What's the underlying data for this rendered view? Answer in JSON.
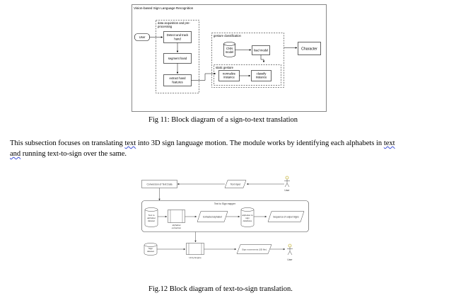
{
  "figure11": {
    "outer_title": "Vision-based Sign Language Recognition",
    "user_label": "User",
    "group1_title": [
      "data acquisition and pre-",
      "processing"
    ],
    "detect_label": [
      "Detect and track",
      "hand"
    ],
    "segment_label": "segment hand",
    "extract_label": [
      "extract hand",
      "features"
    ],
    "gesture_class_title": "gesture classification",
    "cnn_label": [
      "CNN",
      "model"
    ],
    "load_model_label": "load model",
    "static_gesture_title": "static gesture",
    "normalize_label": [
      "normalize",
      "instance"
    ],
    "classify_label": [
      "classify",
      "instance"
    ],
    "character_label": "Character",
    "caption": "Fig 11: Block diagram of a sign-to-text translation"
  },
  "paragraph": {
    "line1": [
      "This subsection focuses on translating ",
      "text",
      "  into 3D sign language motion. The module works by identifying each alphabets in ",
      "text",
      ""
    ],
    "line2": [
      "and",
      " running text-to-sign over the same."
    ]
  },
  "figure12": {
    "conversion_label": "Conversion of Text Data",
    "text_input_label": "Text input",
    "user_label_top": "User",
    "mapper_title": "Text to Sign mapper",
    "db_label": [
      "Text to",
      "alphabet",
      "dataset"
    ],
    "alpha_extraction_label": [
      "alphabet",
      "extraction"
    ],
    "extracted_alpha_label": "Extracted alphabet",
    "alpha_to_sign_label": [
      "alphabet to",
      "sign",
      "database"
    ],
    "sequence_label": "Sequence of output Signs",
    "sign_dataset_label": [
      "Sign",
      "dataset"
    ],
    "unity_label": "Unity Engine",
    "sign_movements_label": "Sign movements (3D file)",
    "user_label_bottom": "User",
    "caption": "Fig.12 Block diagram of text-to-sign translation."
  }
}
